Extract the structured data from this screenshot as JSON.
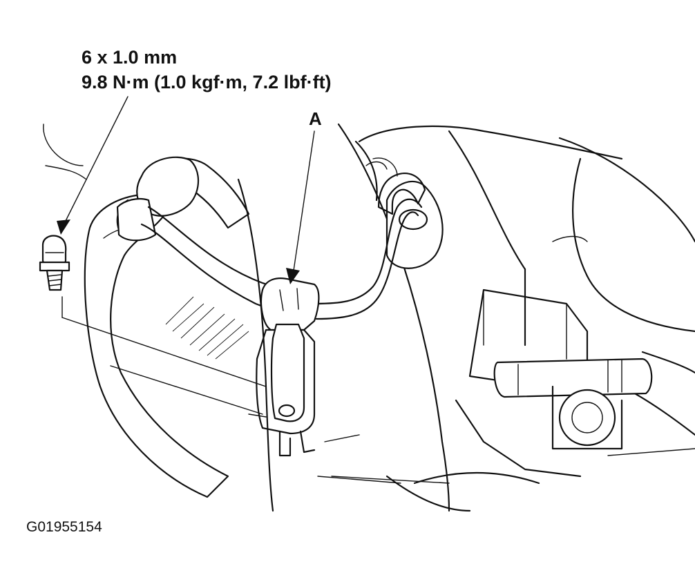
{
  "labels": {
    "bolt_size": "6 x 1.0 mm",
    "bolt_torque": "9.8 N·m (1.0 kgf·m, 7.2 lbf·ft)",
    "callout_a": "A",
    "figure_id": "G01955154"
  },
  "colors": {
    "ink": "#111111",
    "background": "#ffffff"
  }
}
